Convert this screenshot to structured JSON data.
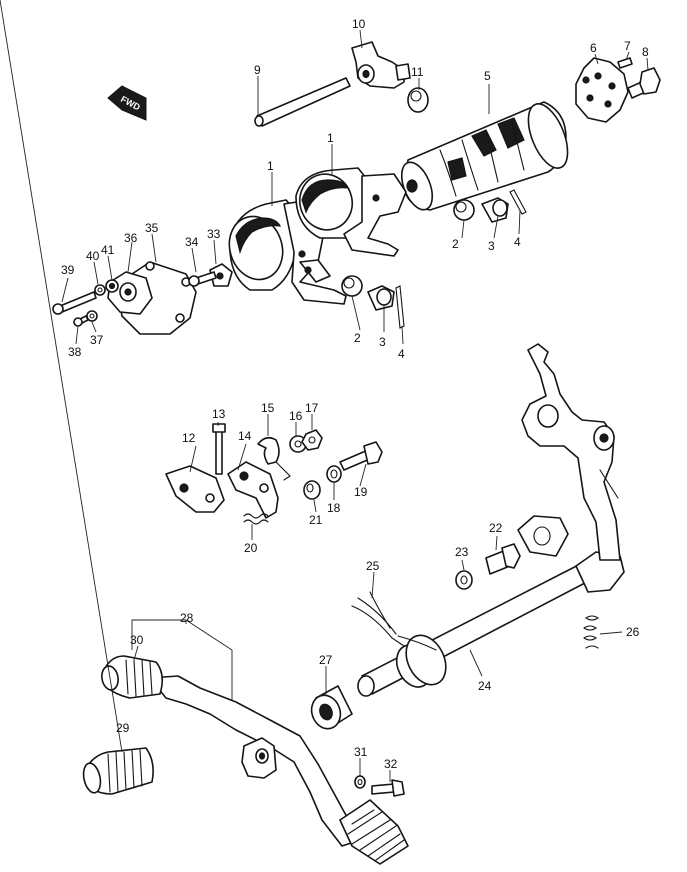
{
  "fwd_label": "FWD",
  "callouts": [
    {
      "id": "c1a",
      "text": "1"
    },
    {
      "id": "c1b",
      "text": "1"
    },
    {
      "id": "c2a",
      "text": "2"
    },
    {
      "id": "c2b",
      "text": "2"
    },
    {
      "id": "c3a",
      "text": "3"
    },
    {
      "id": "c3b",
      "text": "3"
    },
    {
      "id": "c4a",
      "text": "4"
    },
    {
      "id": "c4b",
      "text": "4"
    },
    {
      "id": "c5",
      "text": "5"
    },
    {
      "id": "c6",
      "text": "6"
    },
    {
      "id": "c7",
      "text": "7"
    },
    {
      "id": "c8",
      "text": "8"
    },
    {
      "id": "c9",
      "text": "9"
    },
    {
      "id": "c10",
      "text": "10"
    },
    {
      "id": "c11",
      "text": "11"
    },
    {
      "id": "c12",
      "text": "12"
    },
    {
      "id": "c13",
      "text": "13"
    },
    {
      "id": "c14",
      "text": "14"
    },
    {
      "id": "c15",
      "text": "15"
    },
    {
      "id": "c16",
      "text": "16"
    },
    {
      "id": "c17",
      "text": "17"
    },
    {
      "id": "c18",
      "text": "18"
    },
    {
      "id": "c19",
      "text": "19"
    },
    {
      "id": "c20",
      "text": "20"
    },
    {
      "id": "c21",
      "text": "21"
    },
    {
      "id": "c22",
      "text": "22"
    },
    {
      "id": "c23",
      "text": "23"
    },
    {
      "id": "c24",
      "text": "24"
    },
    {
      "id": "c25",
      "text": "25"
    },
    {
      "id": "c26",
      "text": "26"
    },
    {
      "id": "c27",
      "text": "27"
    },
    {
      "id": "c28",
      "text": "28"
    },
    {
      "id": "c29",
      "text": "29"
    },
    {
      "id": "c30",
      "text": "30"
    },
    {
      "id": "c31",
      "text": "31"
    },
    {
      "id": "c32",
      "text": "32"
    },
    {
      "id": "c33",
      "text": "33"
    },
    {
      "id": "c34",
      "text": "34"
    },
    {
      "id": "c35",
      "text": "35"
    },
    {
      "id": "c36",
      "text": "36"
    },
    {
      "id": "c37",
      "text": "37"
    },
    {
      "id": "c38",
      "text": "38"
    },
    {
      "id": "c39",
      "text": "39"
    },
    {
      "id": "c40",
      "text": "40"
    },
    {
      "id": "c41",
      "text": "41"
    }
  ]
}
